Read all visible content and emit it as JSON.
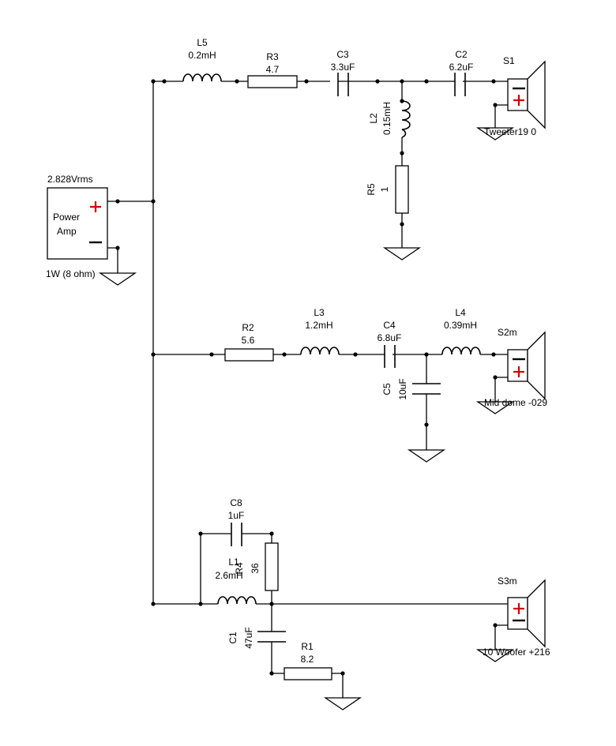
{
  "colors": {
    "wire": "#000000",
    "polarity_plus": "#d00000",
    "background": "#ffffff"
  },
  "amplifier": {
    "voltage": "2.828Vrms",
    "name_line1": "Power",
    "name_line2": "Amp",
    "power": "1W (8 ohm)"
  },
  "tweeter": {
    "L5": {
      "ref": "L5",
      "value": "0.2mH"
    },
    "R3": {
      "ref": "R3",
      "value": "4.7"
    },
    "C3": {
      "ref": "C3",
      "value": "3.3uF"
    },
    "C2": {
      "ref": "C2",
      "value": "6.2uF"
    },
    "L2": {
      "ref": "L2",
      "value": "0.15mH"
    },
    "R5": {
      "ref": "R5",
      "value": "1"
    },
    "S1": {
      "ref": "S1",
      "model": "Tweeter19 0"
    }
  },
  "mid": {
    "R2": {
      "ref": "R2",
      "value": "5.6"
    },
    "L3": {
      "ref": "L3",
      "value": "1.2mH"
    },
    "C4": {
      "ref": "C4",
      "value": "6.8uF"
    },
    "L4": {
      "ref": "L4",
      "value": "0.39mH"
    },
    "C5": {
      "ref": "C5",
      "value": "10uF"
    },
    "S2m": {
      "ref": "S2m",
      "model": "Mid dome -029"
    }
  },
  "woofer": {
    "C8": {
      "ref": "C8",
      "value": "1uF"
    },
    "L1": {
      "ref": "L1",
      "value": "2.6mH"
    },
    "R4": {
      "ref": "R4",
      "value": "36"
    },
    "C1": {
      "ref": "C1",
      "value": "47uF"
    },
    "R1": {
      "ref": "R1",
      "value": "8.2"
    },
    "S3m": {
      "ref": "S3m",
      "model": "10 Woofer +216"
    }
  }
}
